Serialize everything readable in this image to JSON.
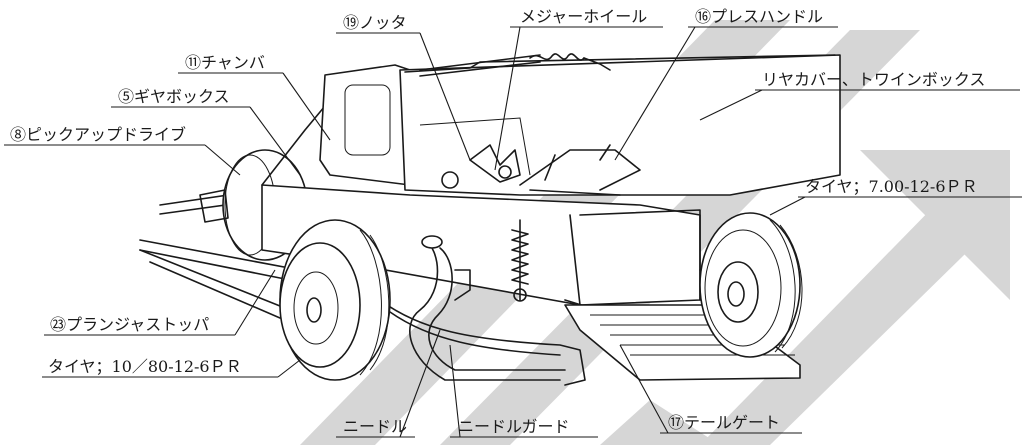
{
  "labels": {
    "nozzle": "⑲ノッタ",
    "measure_wheel": "メジャーホイール",
    "press_handle": "⑯プレスハンドル",
    "chamber": "⑪チャンバ",
    "gearbox": "⑤ギヤボックス",
    "pickup_drive": "⑧ピックアップドライブ",
    "rear_cover": "リヤカバー、トワインボックス",
    "tire_right": "タイヤ；7.00-12-6ＰＲ",
    "plunger_stopper": "㉓プランジャストッパ",
    "tire_left": "タイヤ；10／80-12-6ＰＲ",
    "needle": "ニードル",
    "needle_guard": "ニードルガード",
    "tailgate": "⑰テールゲート"
  },
  "icons": {
    "watermark": "large-gray-arrow-watermark"
  }
}
